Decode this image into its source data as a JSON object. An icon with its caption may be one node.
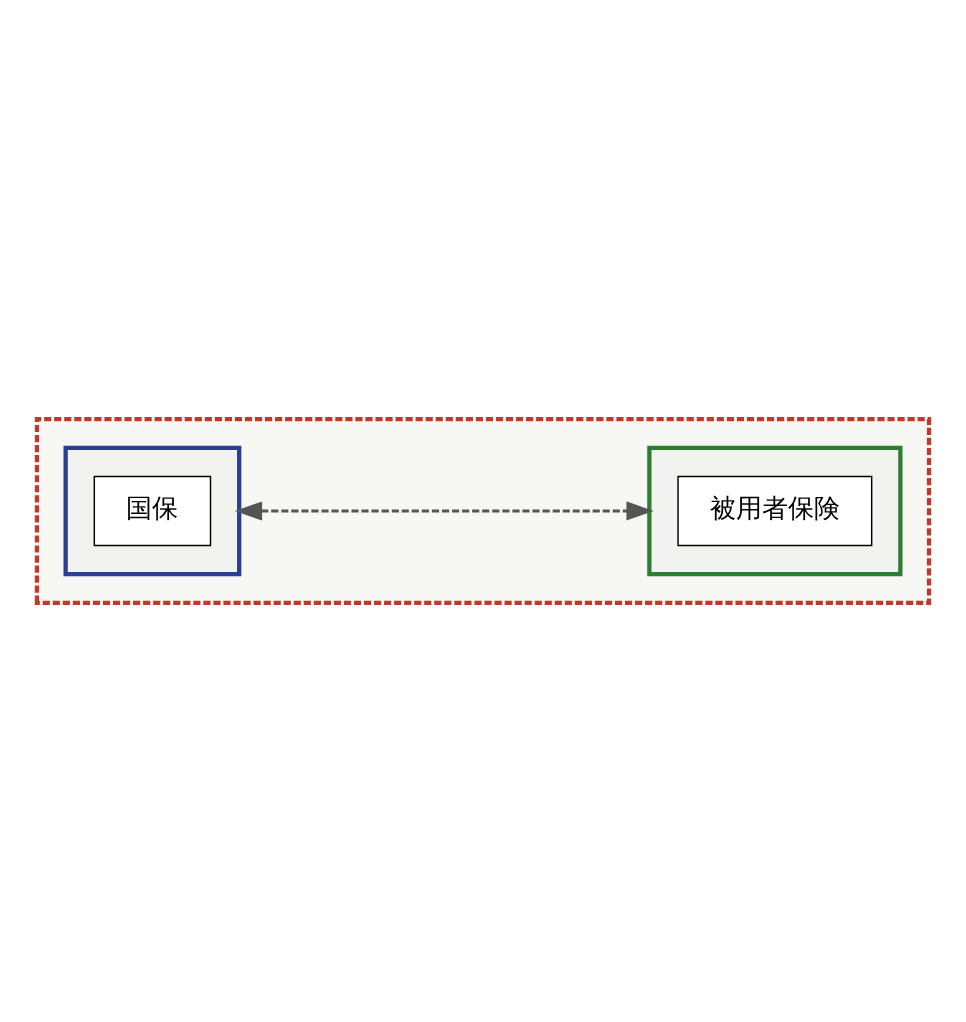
{
  "diagram": {
    "nodes": [
      {
        "text": [],
        "shape": "box"
      },
      {
        "text": [],
        "shape": "box",
        "in": 0
      },
      {
        "text": [
          "国保"
        ],
        "in": 1
      },
      {
        "text": [],
        "shape": "box",
        "in": 0
      },
      {
        "text": [
          "被用者保険"
        ],
        "in": 3
      }
    ],
    "edges": [
      {
        "from": 1,
        "to": 3,
        "arrow": "both",
        "style": "dashed"
      }
    ]
  }
}
